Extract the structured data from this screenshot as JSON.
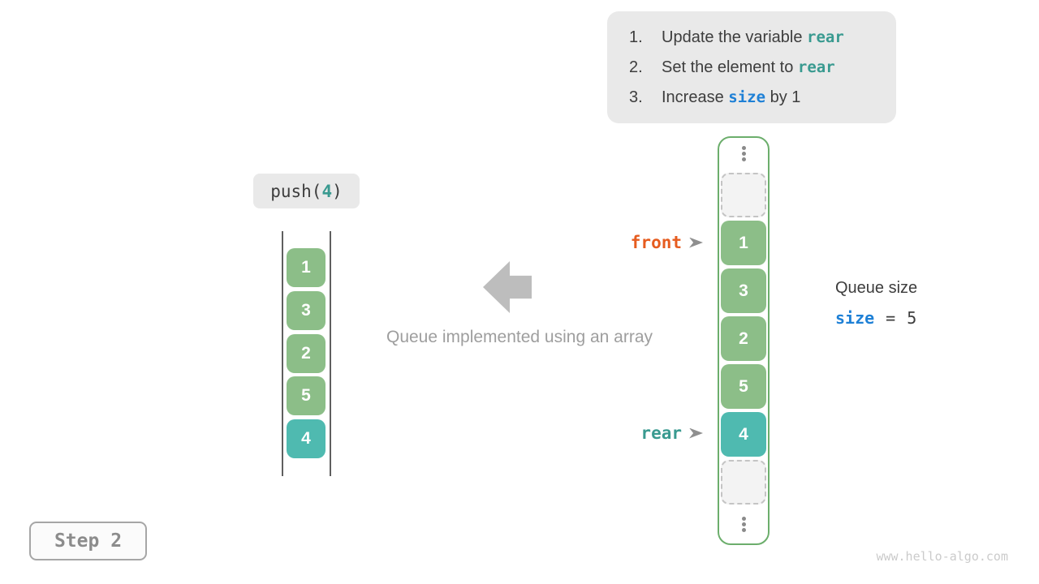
{
  "colors": {
    "teal-text": "#399a90",
    "teal-cell": "#4fbab0",
    "green-cell": "#8cbe88",
    "green-border": "#6cae6c",
    "orange-text": "#e65c1f",
    "blue-text": "#1e80d6",
    "dark-text": "#3d3d3d",
    "gray-caption": "#9e9e9e",
    "box-bg": "#e9e9e9",
    "step-text": "#8c8c8c",
    "watermark": "#cbcbcb",
    "arrow-gray": "#bdbdbd",
    "pointer-gray": "#8f8f8f",
    "dot-gray": "#8a8a8a",
    "dashed-border": "#c4c4c4",
    "dashed-bg": "#f3f3f3",
    "line-dark": "#5f5f5f"
  },
  "icons": {
    "front_pointer": "➤",
    "rear_pointer": "➤",
    "push_direction_arrow": "⬅",
    "ellipsis": "⋮"
  },
  "instructions": {
    "items": [
      {
        "num": "1.",
        "pre": "Update the variable ",
        "code": "rear",
        "post": ""
      },
      {
        "num": "2.",
        "pre": "Set the element to ",
        "code": "rear",
        "post": ""
      },
      {
        "num": "3.",
        "pre": "Increase ",
        "code": "size",
        "post": " by 1"
      }
    ]
  },
  "operation": {
    "pre": "push(",
    "arg": "4",
    "post": ")"
  },
  "left_stack": {
    "values": [
      "1",
      "3",
      "2",
      "5",
      "4"
    ],
    "highlight_value": "4"
  },
  "caption": "Queue implemented using an array",
  "array": {
    "front_label": "front",
    "rear_label": "rear",
    "cells": [
      {
        "value": "1"
      },
      {
        "value": "3"
      },
      {
        "value": "2"
      },
      {
        "value": "5"
      },
      {
        "value": "4"
      }
    ],
    "front_points_to": "1",
    "rear_points_to": "4"
  },
  "queue_size": {
    "title": "Queue size",
    "variable": "size",
    "relation": "=",
    "value": "5"
  },
  "step_label": "Step 2",
  "watermark": "www.hello-algo.com"
}
